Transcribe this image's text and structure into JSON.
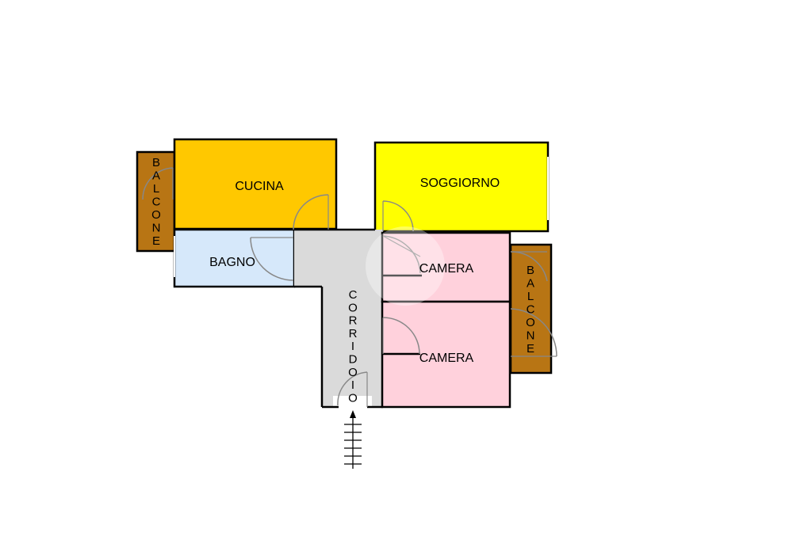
{
  "colors": {
    "kitchen": "#FFC800",
    "living": "#FFFF00",
    "bath": "#D6E8FA",
    "bedroom": "#FFD1DC",
    "corridor": "#DADADA",
    "balcony": "#B87514"
  },
  "rooms": {
    "cucina": "CUCINA",
    "soggiorno": "SOGGIORNO",
    "bagno": "BAGNO",
    "camera_top": "CAMERA",
    "camera_bottom": "CAMERA",
    "corridoio": [
      "C",
      "O",
      "R",
      "R",
      "I",
      "D",
      "O",
      "I",
      "O"
    ],
    "balcone_left": [
      "B",
      "A",
      "L",
      "C",
      "O",
      "N",
      "E"
    ],
    "balcone_right": [
      "B",
      "A",
      "L",
      "C",
      "O",
      "N",
      "E"
    ]
  },
  "icons": {
    "entrance": "stair-arrow-icon",
    "doors": "door-swing-icon"
  }
}
